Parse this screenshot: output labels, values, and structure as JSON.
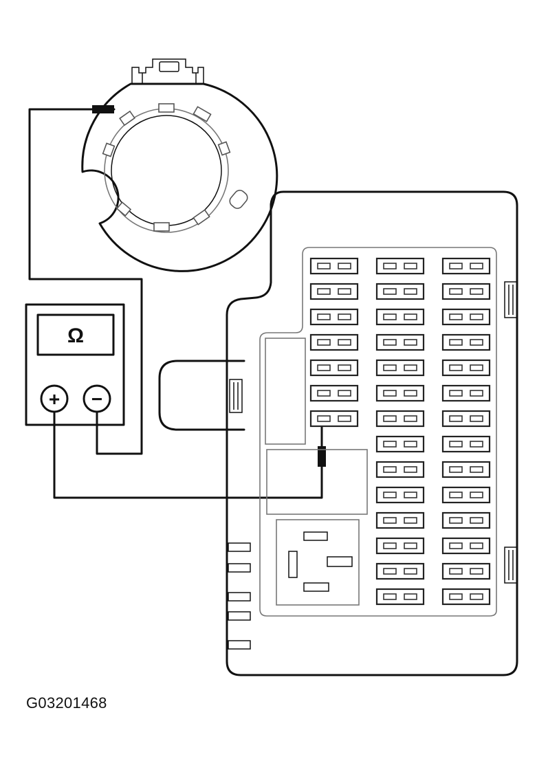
{
  "figure_id": "G03201468",
  "meter": {
    "display_symbol": "Ω",
    "positive_symbol": "+",
    "negative_symbol": "−"
  },
  "fuse_panel": {
    "columns": 3,
    "rows": [
      7,
      14,
      14
    ]
  }
}
